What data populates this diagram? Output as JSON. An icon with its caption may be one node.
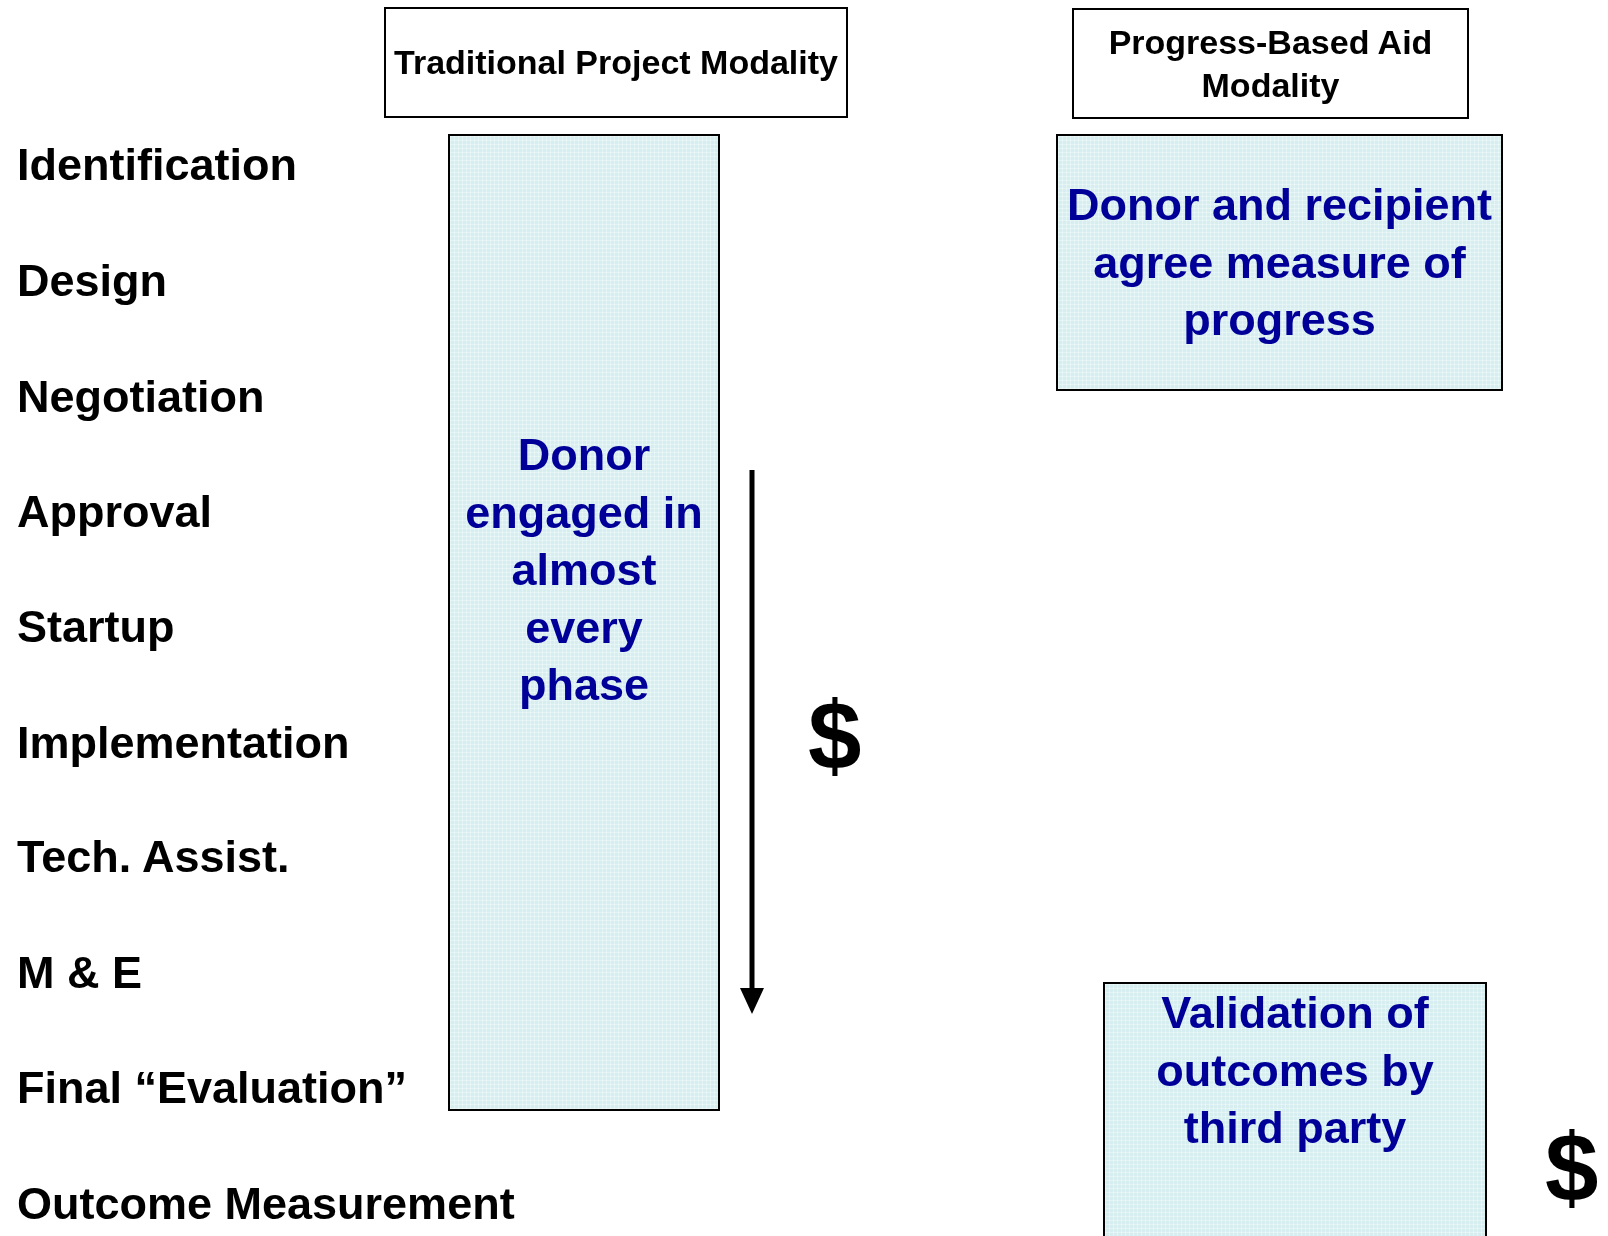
{
  "diagram": {
    "nodes": [
      {
        "text": [
          "Traditional Project Modality"
        ]
      },
      {
        "text": [
          "Progress-Based Aid Modality"
        ]
      },
      {
        "text": [
          "Donor engaged in almost every phase"
        ]
      },
      {
        "text": [
          "Donor and recipient agree measure of progress"
        ]
      },
      {
        "text": [
          "Validation of outcomes by third party"
        ]
      }
    ],
    "edges": [],
    "labels": [
      "Identification",
      "Design",
      "Negotiation",
      "Approval",
      "Startup",
      "Implementation",
      "Tech. Assist.",
      "M & E",
      "Final “Evaluation”",
      "Outcome Measurement",
      "$",
      "$"
    ]
  }
}
